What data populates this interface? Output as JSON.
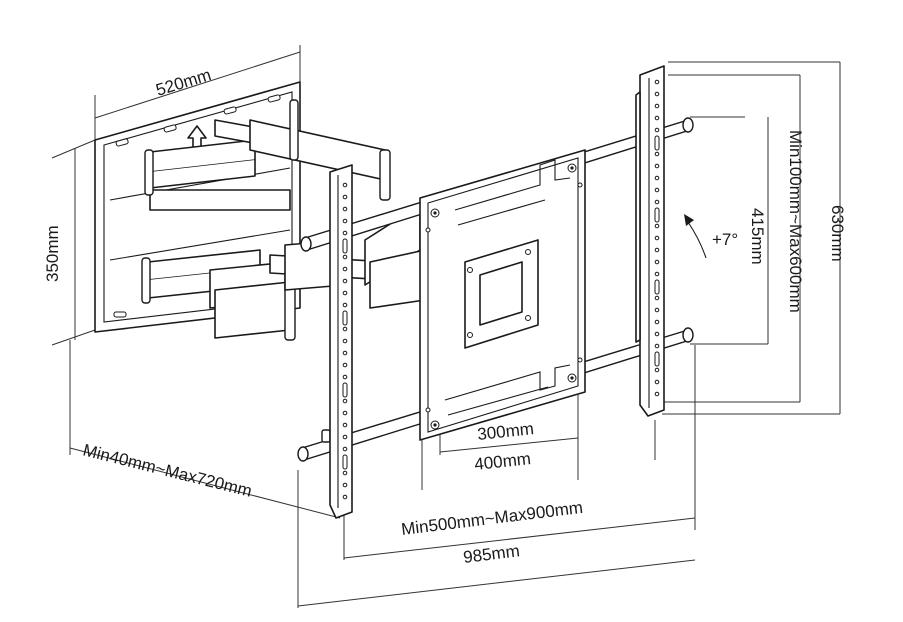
{
  "dimensions": {
    "wall_plate_width": "520mm",
    "wall_plate_height": "350mm",
    "extension": "Min40mm~Max720mm",
    "vesa_h_inner": "300mm",
    "vesa_h_outer": "400mm",
    "arm_span": "Min500mm~Max900mm",
    "total_width": "985mm",
    "vertical_inner": "415mm",
    "vertical_range": "Min100mm~Max600mm",
    "total_height": "630mm",
    "tilt": "+7°"
  }
}
